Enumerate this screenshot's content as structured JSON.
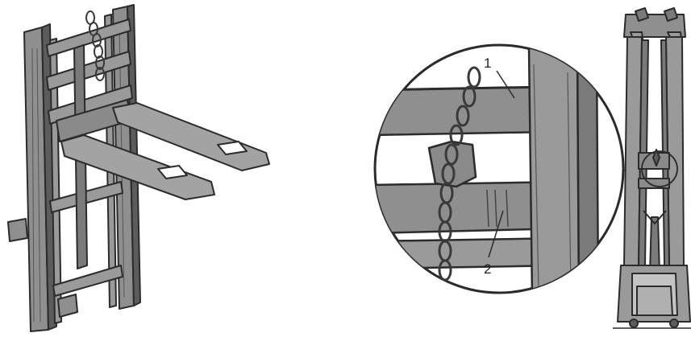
{
  "callouts": {
    "one": "1",
    "two": "2"
  },
  "colors": {
    "mast": "#8f8f8f",
    "mast_dark": "#5c5c5c",
    "fork": "#a3a3a3",
    "outline": "#2b2b2b",
    "chain": "#4a4a4a",
    "background": "#ffffff"
  },
  "panels": [
    {
      "name": "forklift-mast-perspective"
    },
    {
      "name": "detail-magnifier"
    },
    {
      "name": "forklift-mast-front"
    }
  ]
}
